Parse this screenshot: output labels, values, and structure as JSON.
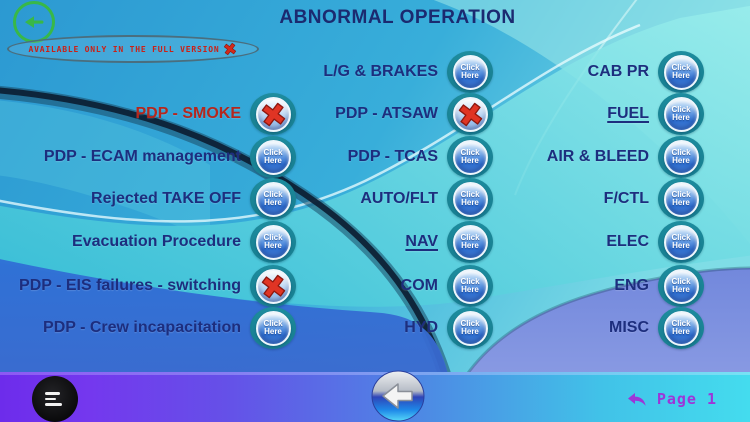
{
  "header": {
    "title": "ABNORMAL OPERATION",
    "banner_text": "AVAILABLE ONLY IN THE FULL VERSION"
  },
  "button_labels": {
    "click": "Click",
    "here": "Here"
  },
  "menu": {
    "left": [
      {
        "label": "PDP - SMOKE",
        "button": "x",
        "style": "locked-red"
      },
      {
        "label": "PDP - ECAM management",
        "button": "click"
      },
      {
        "label": "Rejected TAKE OFF",
        "button": "click"
      },
      {
        "label": "Evacuation Procedure",
        "button": "click"
      },
      {
        "label": "PDP - EIS failures - switching",
        "button": "x"
      },
      {
        "label": "PDP - Crew incapacitation",
        "button": "click"
      }
    ],
    "middle": [
      {
        "label": "L/G & BRAKES",
        "button": "click"
      },
      {
        "label": "PDP - ATSAW",
        "button": "x"
      },
      {
        "label": "PDP - TCAS",
        "button": "click"
      },
      {
        "label": "AUTO/FLT",
        "button": "click"
      },
      {
        "label": "NAV",
        "button": "click",
        "underline": true
      },
      {
        "label": "COM",
        "button": "click"
      },
      {
        "label": "HYD",
        "button": "click"
      }
    ],
    "right": [
      {
        "label": "CAB PR",
        "button": "click"
      },
      {
        "label": "FUEL",
        "button": "click",
        "underline": true
      },
      {
        "label": "AIR & BLEED",
        "button": "click"
      },
      {
        "label": "F/CTL",
        "button": "click"
      },
      {
        "label": "ELEC",
        "button": "click"
      },
      {
        "label": "ENG",
        "button": "click"
      },
      {
        "label": "MISC",
        "button": "click"
      }
    ]
  },
  "footer": {
    "page_label": "Page 1"
  },
  "colors": {
    "title_navy": "#1b2a70",
    "label_navy": "#1d2e7e",
    "locked_red": "#b5271d",
    "banner_red": "#cc2015",
    "button_teal": "#1c8a9c",
    "page_purple": "#9c36d8",
    "footer_purple": "#6d2ceb",
    "footer_cyan": "#44dcee"
  }
}
